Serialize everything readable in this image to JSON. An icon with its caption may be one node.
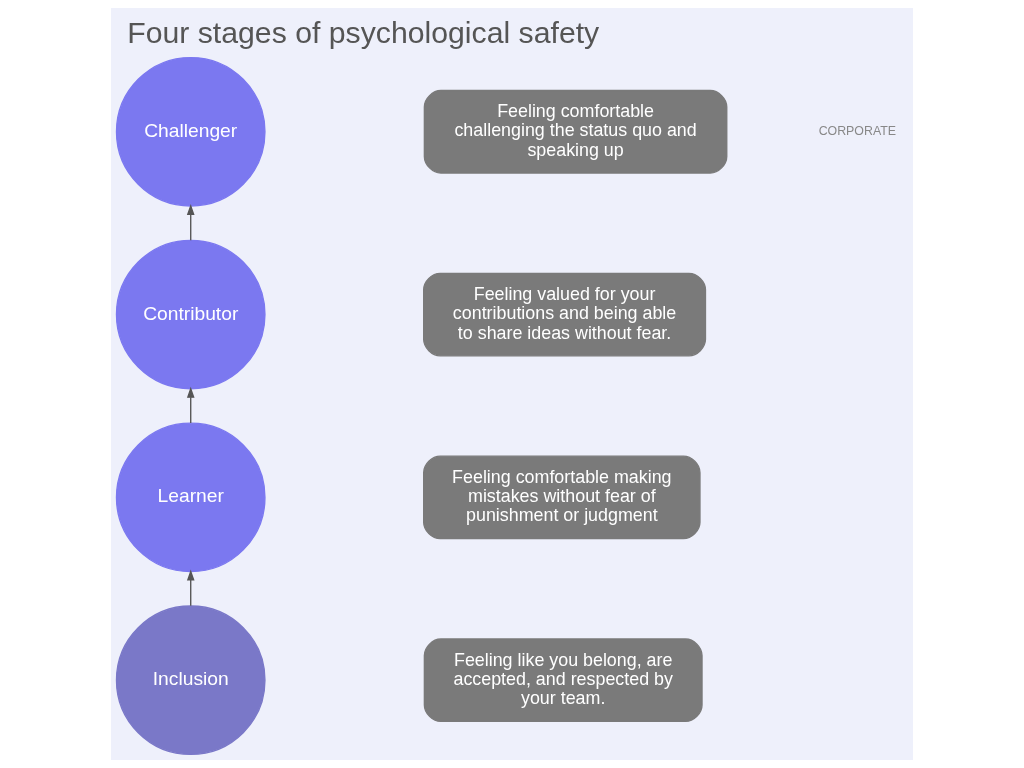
{
  "diagram": {
    "title": "Four stages of psychological safety",
    "nodes": [
      {
        "text": [
          "Challenger"
        ]
      },
      {
        "text": [
          "Feeling comfortable challenging the status quo and speaking up"
        ]
      },
      {
        "text": [
          "Contributor"
        ]
      },
      {
        "text": [
          "Feeling valued for your contributions and being able to share ideas without fear."
        ]
      },
      {
        "text": [
          "Learner"
        ]
      },
      {
        "text": [
          "Feeling comfortable making mistakes without fear of punishment or judgment"
        ]
      },
      {
        "text": [
          "Inclusion"
        ]
      },
      {
        "text": [
          "Feeling like you belong, are accepted, and respected by your team."
        ]
      }
    ],
    "edges": [
      {
        "from": 6,
        "to": 4,
        "arrow": "to"
      },
      {
        "from": 4,
        "to": 2,
        "arrow": "to"
      },
      {
        "from": 2,
        "to": 0,
        "arrow": "to"
      }
    ],
    "labels": [
      "CORPORATE"
    ]
  }
}
